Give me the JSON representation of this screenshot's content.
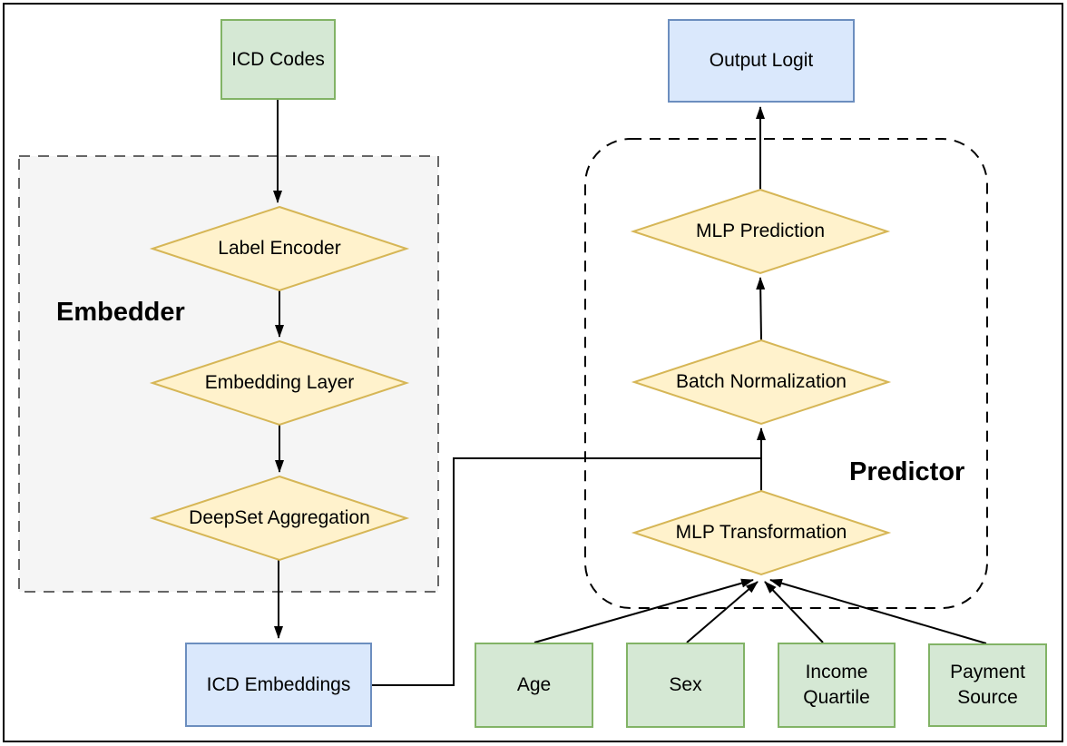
{
  "diagram": {
    "groups": {
      "embedder_label": "Embedder",
      "predictor_label": "Predictor"
    },
    "nodes": {
      "icd_codes": "ICD Codes",
      "output_logit": "Output Logit",
      "label_encoder": "Label Encoder",
      "embedding_layer": "Embedding Layer",
      "deepset_aggregation": "DeepSet Aggregation",
      "mlp_prediction": "MLP Prediction",
      "batch_normalization": "Batch Normalization",
      "mlp_transformation": "MLP Transformation",
      "icd_embeddings": "ICD Embeddings",
      "age": "Age",
      "sex": "Sex",
      "income_quartile": "Income Quartile",
      "payment_source": "Payment Source"
    },
    "edges": [
      {
        "from": "ICD Codes",
        "to": "Label Encoder"
      },
      {
        "from": "Label Encoder",
        "to": "Embedding Layer"
      },
      {
        "from": "Embedding Layer",
        "to": "DeepSet Aggregation"
      },
      {
        "from": "DeepSet Aggregation",
        "to": "ICD Embeddings"
      },
      {
        "from": "ICD Embeddings",
        "to": "Batch Normalization"
      },
      {
        "from": "MLP Transformation",
        "to": "Batch Normalization"
      },
      {
        "from": "Batch Normalization",
        "to": "MLP Prediction"
      },
      {
        "from": "MLP Prediction",
        "to": "Output Logit"
      },
      {
        "from": "Age",
        "to": "MLP Transformation"
      },
      {
        "from": "Sex",
        "to": "MLP Transformation"
      },
      {
        "from": "Income Quartile",
        "to": "MLP Transformation"
      },
      {
        "from": "Payment Source",
        "to": "MLP Transformation"
      }
    ],
    "colors": {
      "green_fill": "#d5e8d4",
      "green_border": "#82b366",
      "blue_fill": "#dae8fc",
      "blue_border": "#6c8ebf",
      "yellow_fill": "#fff2cc",
      "yellow_border": "#d6b656",
      "embedder_fill": "#f5f5f5",
      "embedder_border": "#666666",
      "predictor_border": "#000000",
      "arrow": "#000000"
    }
  }
}
